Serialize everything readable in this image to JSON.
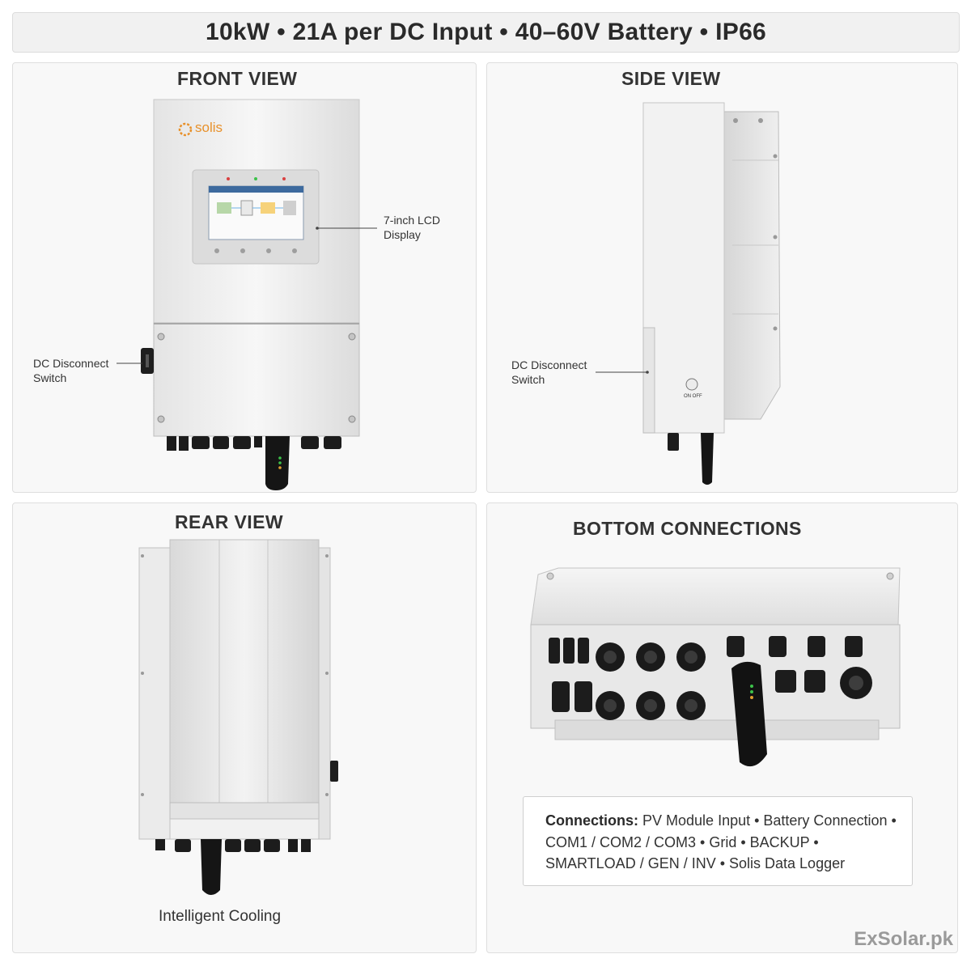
{
  "banner": {
    "text": "10kW  •  21A per DC Input  •  40–60V Battery  •  IP66"
  },
  "front_view": {
    "title": "FRONT VIEW",
    "logo_text": "solis",
    "lcd_callout": [
      "7-inch LCD",
      "Display"
    ],
    "switch_callout": [
      "DC Disconnect",
      "Switch"
    ]
  },
  "side_view": {
    "title": "SIDE VIEW",
    "switch_callout": [
      "DC Disconnect",
      "Switch"
    ],
    "button_label": "ON OFF"
  },
  "rear_view": {
    "title": "REAR VIEW",
    "caption": "Intelligent Cooling"
  },
  "bottom_view": {
    "title": "BOTTOM CONNECTIONS",
    "connections_label": "Connections:",
    "connections_lines": [
      "PV Module Input • Battery Connection •",
      "COM1 / COM2 / COM3 • Grid • BACKUP •",
      "SMARTLOAD / GEN / INV • Solis Data Logger"
    ]
  },
  "brand": "ExSolar.pk",
  "colors": {
    "accent_orange": "#e8912b",
    "device_body": "#ebebeb",
    "connector_black": "#1c1c1c",
    "led_green": "#3cc24a"
  }
}
